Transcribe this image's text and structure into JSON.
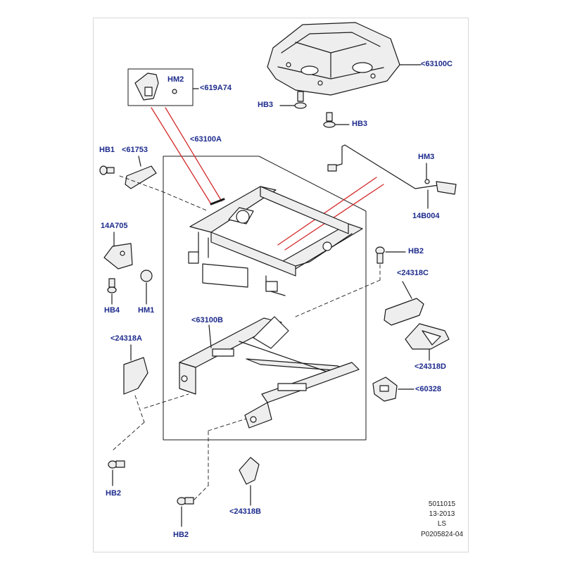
{
  "colors": {
    "label": "#1c2a8c",
    "line": "#1a1a1a",
    "leader": "#d42a2a",
    "part_fill": "#eeeeee"
  },
  "labels": {
    "p63100C": "<63100C",
    "p619A74": "<619A74",
    "HM2": "HM2",
    "HB3_a": "HB3",
    "HB3_b": "HB3",
    "p63100A": "<63100A",
    "HB1": "HB1",
    "p61753": "<61753",
    "HM3": "HM3",
    "p14B004": "14B004",
    "p14A705": "14A705",
    "HB2_right": "HB2",
    "HB4": "HB4",
    "HM1": "HM1",
    "p24318C": "<24318C",
    "p63100B": "<63100B",
    "p24318A": "<24318A",
    "p24318D": "<24318D",
    "p60328": "<60328",
    "HB2_left": "HB2",
    "p24318B": "<24318B",
    "HB2_bottom": "HB2"
  },
  "stamp": {
    "line1": "5011015",
    "line2": "13-2013",
    "line3": "LS",
    "line4": "P0205824-04"
  }
}
